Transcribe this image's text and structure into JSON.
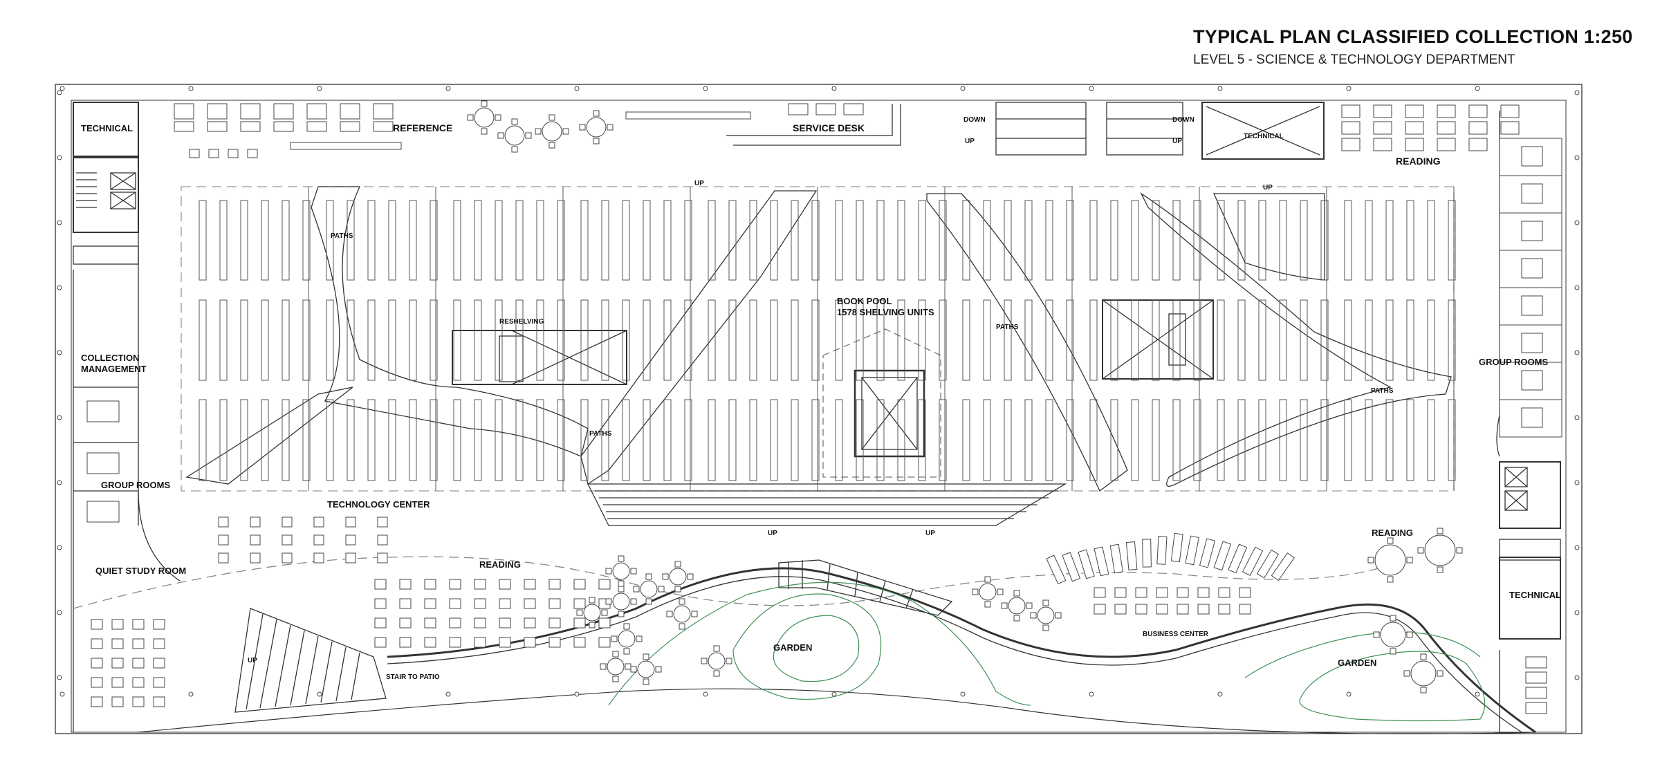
{
  "header": {
    "title": "TYPICAL PLAN CLASSIFIED COLLECTION 1:250",
    "subtitle": "LEVEL 5 - SCIENCE & TECHNOLOGY DEPARTMENT"
  },
  "labels": {
    "technical_top_left": "TECHNICAL",
    "reference": "REFERENCE",
    "service_desk": "SERVICE DESK",
    "down_left": "DOWN",
    "up_left": "UP",
    "down_right": "DOWN",
    "up_right": "UP",
    "technical_top_right": "TECHNICAL",
    "reading_top_right": "READING",
    "up_top_center": "UP",
    "up_ramp_right": "UP",
    "paths_1": "PATHS",
    "paths_2": "PATHS",
    "paths_3": "PATHS",
    "paths_4": "PATHS",
    "reshelving": "RESHELVING",
    "book_pool_1": "BOOK POOL",
    "book_pool_2": "1578 SHELVING UNITS",
    "collection_1": "COLLECTION",
    "collection_2": "MANAGEMENT",
    "group_rooms_left": "GROUP ROOMS",
    "group_rooms_right": "GROUP ROOMS",
    "technology_center": "TECHNOLOGY CENTER",
    "up_bottom_1": "UP",
    "up_bottom_2": "UP",
    "quiet_study_room": "QUIET STUDY ROOM",
    "reading_bottom_left": "READING",
    "reading_bottom_right": "READING",
    "garden_left": "GARDEN",
    "garden_right": "GARDEN",
    "business_center": "BUSINESS CENTER",
    "technical_bottom_right": "TECHNICAL",
    "stair_to_patio": "STAIR TO PATIO",
    "up_stair": "UP"
  },
  "colors": {
    "line": "#333333",
    "dash": "#999999",
    "garden_contour": "#3f8f55"
  }
}
